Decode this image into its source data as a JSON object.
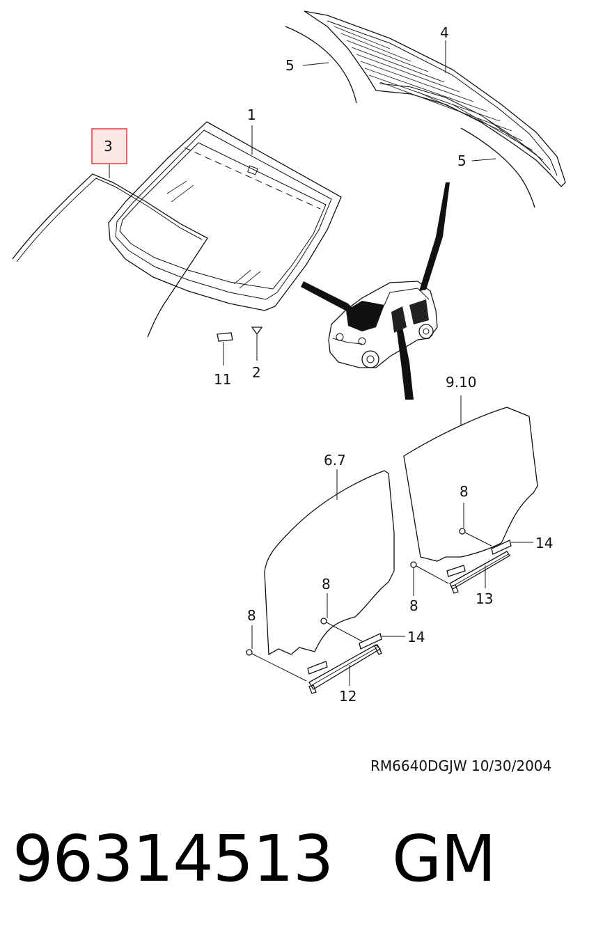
{
  "diagram": {
    "callouts": {
      "c1": "1",
      "c2": "2",
      "c3": "3",
      "c4": "4",
      "c5a": "5",
      "c5b": "5",
      "c67": "6.7",
      "c8a": "8",
      "c8b": "8",
      "c8c": "8",
      "c8d": "8",
      "c910": "9.10",
      "c11": "11",
      "c12": "12",
      "c13": "13",
      "c14a": "14",
      "c14b": "14"
    },
    "highlight_color": "#e8393a",
    "highlight_fill": "#fde7e7"
  },
  "footer": {
    "ref_code": "RM6640DGJW  10/30/2004",
    "part_number": "96314513   GM"
  }
}
